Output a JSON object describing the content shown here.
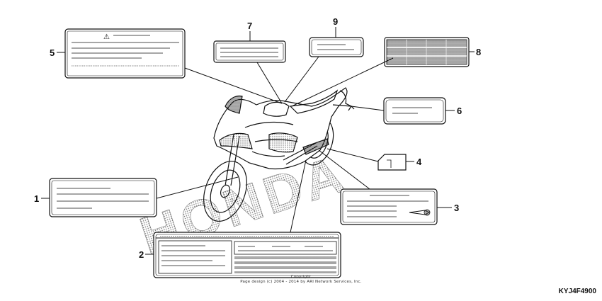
{
  "diagram": {
    "callouts": [
      {
        "id": "label-1",
        "number": "1"
      },
      {
        "id": "label-2",
        "number": "2"
      },
      {
        "id": "label-3",
        "number": "3"
      },
      {
        "id": "label-4",
        "number": "4"
      },
      {
        "id": "label-5",
        "number": "5"
      },
      {
        "id": "label-6",
        "number": "6"
      },
      {
        "id": "label-7",
        "number": "7"
      },
      {
        "id": "label-8",
        "number": "8"
      },
      {
        "id": "label-9",
        "number": "9"
      }
    ],
    "watermark_text": "HONDA",
    "copyright_line1": "Copyright",
    "copyright_line2": "Page design (c) 2004 - 2014 by ARI Network Services, Inc.",
    "part_code": "KYJ4F4900",
    "warning_symbol": "⚠"
  }
}
